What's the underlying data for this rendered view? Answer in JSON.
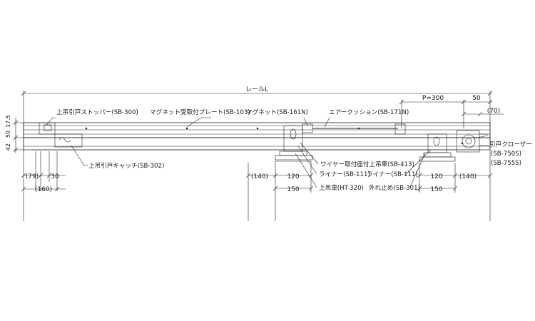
{
  "drawing": {
    "rail_length_label": "レールL",
    "pitch_label": "P=300",
    "dims": {
      "top_17_5": "17.5",
      "left_50": "50",
      "left_42": "42",
      "right_50": "50",
      "right_70": "(70)",
      "d79": "(79)",
      "d30": "30",
      "d160": "(160)",
      "d140_left": "(140)",
      "d120_left": "120",
      "d150_left": "150",
      "d120_right": "120",
      "d150_right": "150",
      "d140_right": "(140)"
    },
    "callouts": {
      "stopper": "上吊引戸ストッパー(SB-300)",
      "magnet_plate": "マグネット受取付プレート(SB-103)",
      "magnet": "マグネット(SB-161N)",
      "air_cushion": "エアークッション(SB-171N)",
      "catch": "上吊引戸キャッチ(SB-302)",
      "wire_wheel": "ワイヤー取付座付上吊車(SB-413)",
      "liner_left": "ライナー(SB-111)",
      "liner_right": "ライナー(SB-111)",
      "hanger": "上吊車(HT-320)",
      "derail_stop": "外れ止め(SB-301)",
      "closer_1": "引戸クローザー",
      "closer_2": "(SB-750S)",
      "closer_3": "(SB-755S)"
    }
  }
}
